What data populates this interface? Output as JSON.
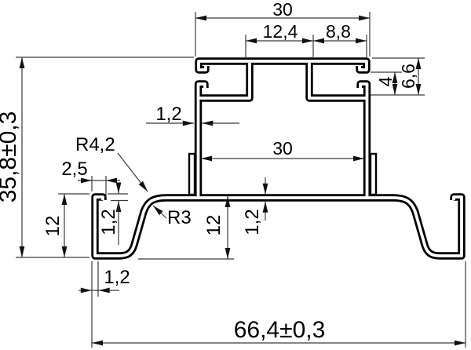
{
  "drawing": {
    "type": "profile-cross-section",
    "labels": {
      "top_width": "30",
      "slot_center_width": "12,4",
      "slot_right_width": "8,8",
      "cap_height": "6,6",
      "cap_lip_height": "4",
      "top_wall_thickness": "1,2",
      "inner_width": "30",
      "overall_height": "35,8±0,3",
      "outer_radius": "R4,2",
      "inner_radius": "R3",
      "lip_width": "2,5",
      "lip_hook_thickness": "1,2",
      "left_foot_height": "12",
      "center_foot_height": "12",
      "web_thickness": "1,2",
      "foot_wall_thickness": "1,2",
      "overall_width": "66,4±0,3"
    },
    "colors": {
      "profile_line": "#000000",
      "dimension_line": "#3a3a3a",
      "background": "#ffffff"
    }
  }
}
